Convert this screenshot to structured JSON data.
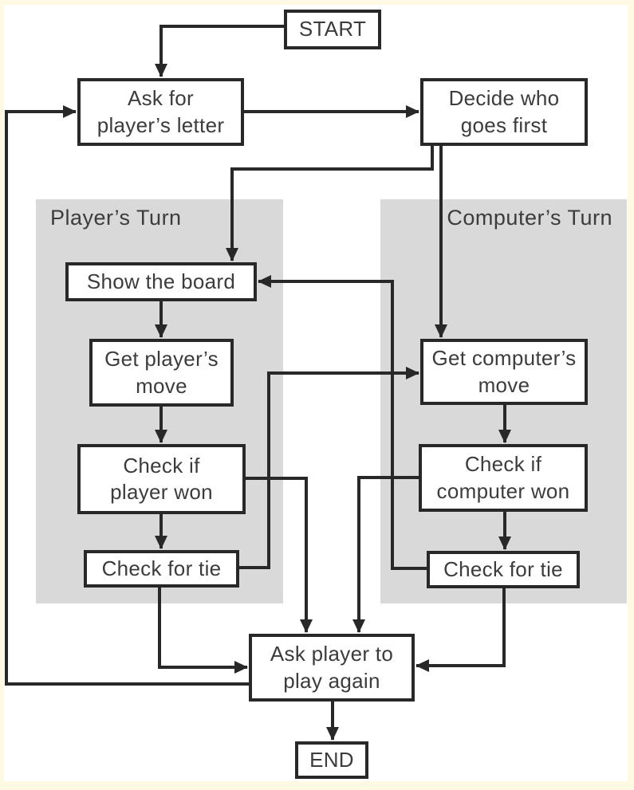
{
  "flowchart": {
    "colors": {
      "page_border": "#fdf9e3",
      "canvas": "#ffffff",
      "panel_fill": "#d9d9d9",
      "line": "#282828",
      "text": "#3c3c3c"
    },
    "panels": {
      "player_turn": {
        "label": "Player’s Turn"
      },
      "computer_turn": {
        "label": "Computer’s Turn"
      }
    },
    "nodes": {
      "start": {
        "label": "START"
      },
      "ask_letter": {
        "label": "Ask for\nplayer’s letter"
      },
      "decide_first": {
        "label": "Decide who\ngoes first"
      },
      "show_board": {
        "label": "Show the board"
      },
      "get_player_move": {
        "label": "Get player’s\nmove"
      },
      "check_player_won": {
        "label": "Check if\nplayer won"
      },
      "check_tie_player": {
        "label": "Check for tie"
      },
      "get_computer_move": {
        "label": "Get computer’s\nmove"
      },
      "check_computer_won": {
        "label": "Check if\ncomputer won"
      },
      "check_tie_computer": {
        "label": "Check for tie"
      },
      "ask_play_again": {
        "label": "Ask player to\nplay again"
      },
      "end": {
        "label": "END"
      }
    },
    "edges": [
      {
        "from": "start",
        "to": "ask_letter"
      },
      {
        "from": "ask_letter",
        "to": "decide_first"
      },
      {
        "from": "decide_first",
        "to": "show_board"
      },
      {
        "from": "decide_first",
        "to": "get_computer_move"
      },
      {
        "from": "show_board",
        "to": "get_player_move"
      },
      {
        "from": "get_player_move",
        "to": "check_player_won"
      },
      {
        "from": "check_player_won",
        "to": "check_tie_player"
      },
      {
        "from": "check_tie_player",
        "to": "get_computer_move"
      },
      {
        "from": "get_computer_move",
        "to": "check_computer_won"
      },
      {
        "from": "check_computer_won",
        "to": "check_tie_computer"
      },
      {
        "from": "check_tie_computer",
        "to": "show_board"
      },
      {
        "from": "check_player_won",
        "to": "ask_play_again"
      },
      {
        "from": "check_computer_won",
        "to": "ask_play_again"
      },
      {
        "from": "check_tie_player",
        "to": "ask_play_again"
      },
      {
        "from": "check_tie_computer",
        "to": "ask_play_again"
      },
      {
        "from": "ask_play_again",
        "to": "ask_letter"
      },
      {
        "from": "ask_play_again",
        "to": "end"
      }
    ]
  }
}
